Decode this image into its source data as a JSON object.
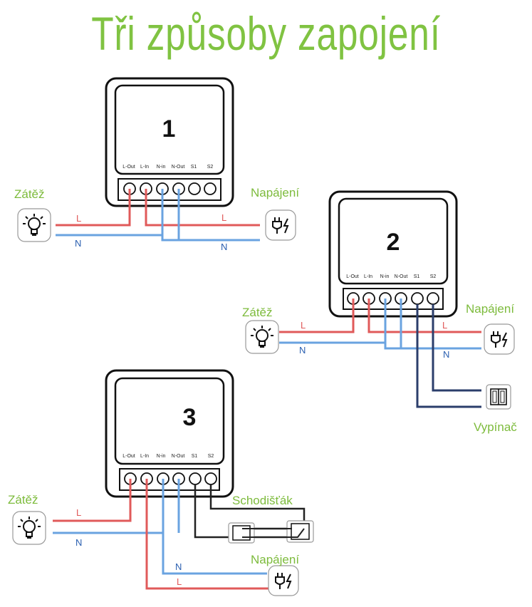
{
  "title": "Tři způsoby zapojení",
  "colors": {
    "accent": "#7dbb3c",
    "live": "#e05a5a",
    "neutral": "#6aa3e0",
    "switch_wire": "#2b3e6b"
  },
  "terminals": [
    "L-Out",
    "L-In",
    "N-in",
    "N-Out",
    "S1",
    "S2"
  ],
  "modules": [
    {
      "number": "1"
    },
    {
      "number": "2"
    },
    {
      "number": "3"
    }
  ],
  "labels": {
    "load": "Zátěž",
    "power": "Napájení",
    "switch": "Vypínač",
    "stair_switch": "Schodišťák",
    "live": "L",
    "neutral": "N"
  },
  "icons": [
    "bulb-icon",
    "plug-icon",
    "switch-icon",
    "stair-switch-icon"
  ]
}
